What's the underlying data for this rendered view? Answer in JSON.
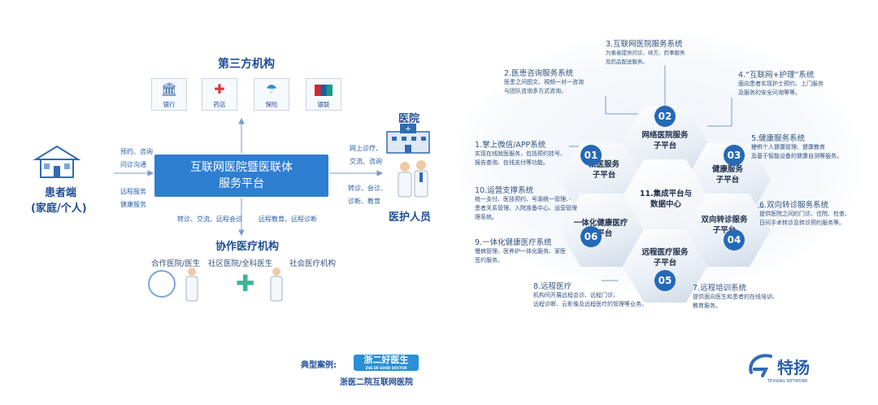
{
  "left": {
    "third_party_title": "第三方机构",
    "third_party": [
      {
        "label": "银行",
        "icon": "bank-icon"
      },
      {
        "label": "药店",
        "icon": "pharmacy-icon"
      },
      {
        "label": "保险",
        "icon": "insurance-umbrella-icon"
      },
      {
        "label": "银联",
        "icon": "unionpay-logo-icon"
      }
    ],
    "center_title_line1": "互联网医院暨医联体",
    "center_title_line2": "服务平台",
    "patient_line1": "患者端",
    "patient_line2": "(家庭/个人)",
    "patient_labels": [
      "预约、咨询",
      "问诊沟通",
      "远程服务",
      "健康服务"
    ],
    "hospital_title": "医院",
    "hospital_labels": [
      "网上诊疗、",
      "交流、咨询",
      "转诊、会诊、",
      "诊断、教育"
    ],
    "staff_title": "医护人员",
    "bottom_label_left": "转诊、交流、远程会诊",
    "bottom_label_right": "远程教育、远程诊断",
    "collab_title": "协作医疗机构",
    "collab_items": [
      "合作医院/医生",
      "社区医院/全科医生",
      "社会医疗机构"
    ],
    "case_label": "典型案例:",
    "case_logo_text": "浙二好医生",
    "case_logo_sub": "ZHE ER GOOD DOCTOR",
    "case_name": "浙医二院互联网医院"
  },
  "right": {
    "hexes": [
      {
        "num": "02",
        "line1": "网络医院服务",
        "line2": "子平台"
      },
      {
        "num": "01",
        "line1": "就医服务",
        "line2": "子平台"
      },
      {
        "num": "03",
        "line1": "健康服务",
        "line2": "子平台"
      },
      {
        "num": "",
        "line1": "11.集成平台与",
        "line2": "数据中心"
      },
      {
        "num": "06",
        "line1": "一体化健康医疗",
        "line2": "子平台"
      },
      {
        "num": "04",
        "line1": "双向转诊服务",
        "line2": "子平台"
      },
      {
        "num": "05",
        "line1": "远程医疗服务",
        "line2": "子平台"
      }
    ],
    "annotations": [
      {
        "title": "3.互联网医院服务系统",
        "desc": [
          "为患者提供问诊、续方、药事服务",
          "及药品配送服务。"
        ]
      },
      {
        "title": "2.医患咨询服务系统",
        "desc": [
          "医患之间图文、視频一对一咨询",
          "与团队咨询多方式咨询。"
        ]
      },
      {
        "title": "4.“互联网+护理”系统",
        "desc": [
          "面向患者实现护士预约、上门服务",
          "及服务的安全问询等等。"
        ]
      },
      {
        "title": "1.掌上微信/APP系统",
        "desc": [
          "实现在线就医服务，包括预约挂号、",
          "报告查询、在线支付等功能。"
        ]
      },
      {
        "title": "5.健康服务系统",
        "desc": [
          "提供个人健康管理、健康教育",
          "及基于智能设备的健康自测等服务。"
        ]
      },
      {
        "title": "10.运营支撑系统",
        "desc": [
          "统一支付、医技预约、号源统一管理、",
          "患者关系管理、入院准备中心、运营管理",
          "理系统。"
        ]
      },
      {
        "title": "6.双向转诊服务系统",
        "desc": [
          "提供医院之间的门诊、住院、检查、",
          "日间手术转诊及转诊预约服务等。"
        ]
      },
      {
        "title": "9.一体化健康医疗系统",
        "desc": [
          "慢病管理、医养护一体化服务、家医",
          "签约服务。"
        ]
      },
      {
        "title": "8.远程医疗",
        "desc": [
          "机构间开展远程会诊、远程门诊、",
          "远程诊断、云影像及远程医疗的管理等业务。"
        ]
      },
      {
        "title": "7.远程培训系统",
        "desc": [
          "提供面向医生和患者的在线培训、",
          "教育服务。"
        ]
      }
    ],
    "brand_text": "特扬",
    "brand_sub": "TEXIANG NETWORK"
  }
}
